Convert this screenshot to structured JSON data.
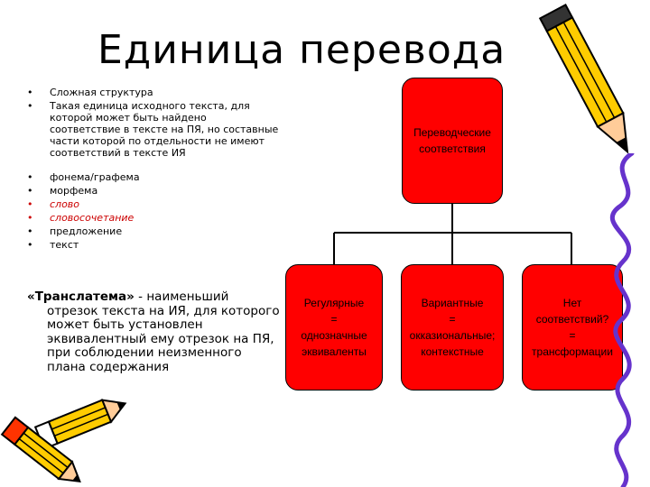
{
  "title": "Единица перевода",
  "bullets": [
    {
      "text": "Сложная структура",
      "style": "normal"
    },
    {
      "text": "Такая единица исходного текста, для которой может быть найдено соответствие в тексте на ПЯ, но составные части которой по отдельности не имеют соответствий в тексте ИЯ",
      "style": "gap"
    },
    {
      "text": "фонема/графема",
      "style": "normal"
    },
    {
      "text": "морфема",
      "style": "normal"
    },
    {
      "text": "слово",
      "style": "red"
    },
    {
      "text": "словосочетание",
      "style": "red"
    },
    {
      "text": "предложение",
      "style": "normal"
    },
    {
      "text": "текст",
      "style": "normal"
    }
  ],
  "definition": {
    "term": "«Транслатема»",
    "first_line": " - наименьший",
    "rest": "отрезок текста на ИЯ, для которого может быть установлен эквивалентный ему отрезок на ПЯ, при соблюдении неизменного плана содержания"
  },
  "diagram": {
    "root": "Переводческие\nсоответствия",
    "children": [
      "Регулярные\n=\nоднозначные\nэквиваленты",
      "Вариантные\n=\nокказиональные;\nконтекстные",
      "Нет\nсоответствий?\n=\nтрансформации"
    ]
  },
  "colors": {
    "box_fill": "#ff0000",
    "highlight_text": "#cc0000",
    "pencil_body": "#ffcc00",
    "pencil_tip": "#ff6600",
    "squiggle": "#6633cc"
  },
  "decor": [
    "pencil-icon",
    "squiggle-line"
  ]
}
